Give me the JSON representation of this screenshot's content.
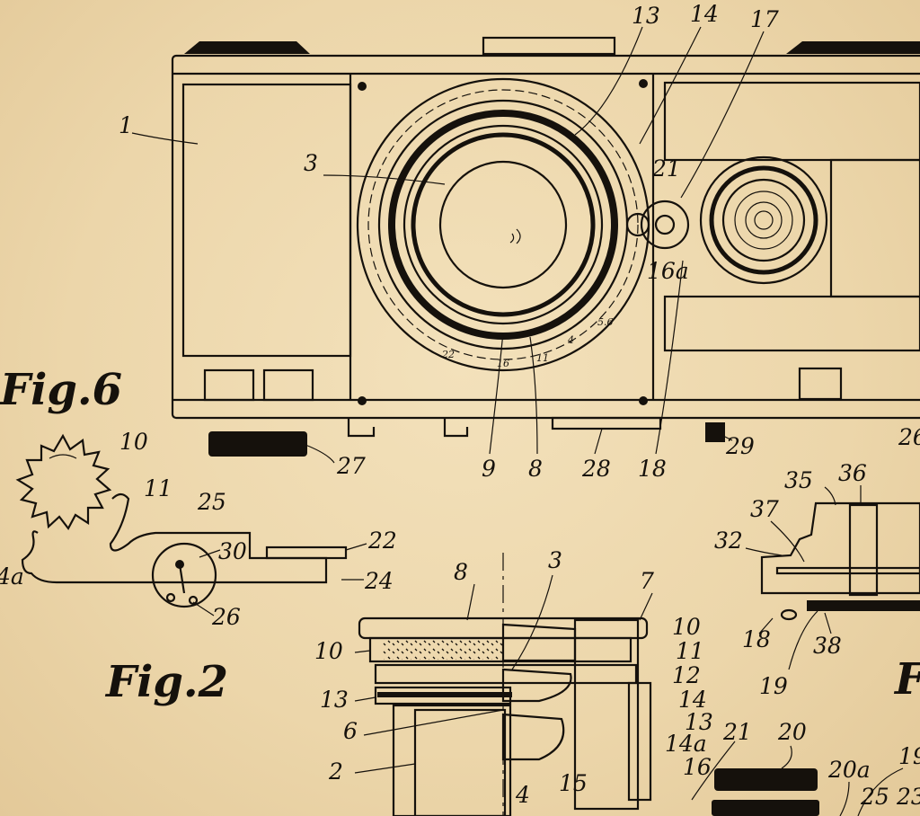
{
  "colors": {
    "paper": "#eed9b0",
    "ink": "#15110c"
  },
  "fig1": {
    "labels": [
      "13",
      "14",
      "17",
      "1",
      "3",
      "21",
      "16a",
      "27",
      "9",
      "8",
      "28",
      "18",
      "29",
      "26"
    ],
    "scale": [
      "22",
      "16",
      "11",
      "5.6",
      "4"
    ]
  },
  "fig6": {
    "title": "Fig.6",
    "labels": [
      "10",
      "11",
      "25",
      "30",
      "22",
      "24",
      "4a",
      "26"
    ]
  },
  "fig2": {
    "title": "Fig.2",
    "labels": [
      "8",
      "3",
      "7",
      "10",
      "10",
      "11",
      "12",
      "13",
      "14",
      "13",
      "14a",
      "6",
      "2",
      "16",
      "15",
      "4",
      "21",
      "20",
      "20a",
      "19",
      "25",
      "23"
    ]
  },
  "fig_right": {
    "title": "F",
    "labels": [
      "35",
      "36",
      "37",
      "32",
      "18",
      "38",
      "19"
    ]
  }
}
